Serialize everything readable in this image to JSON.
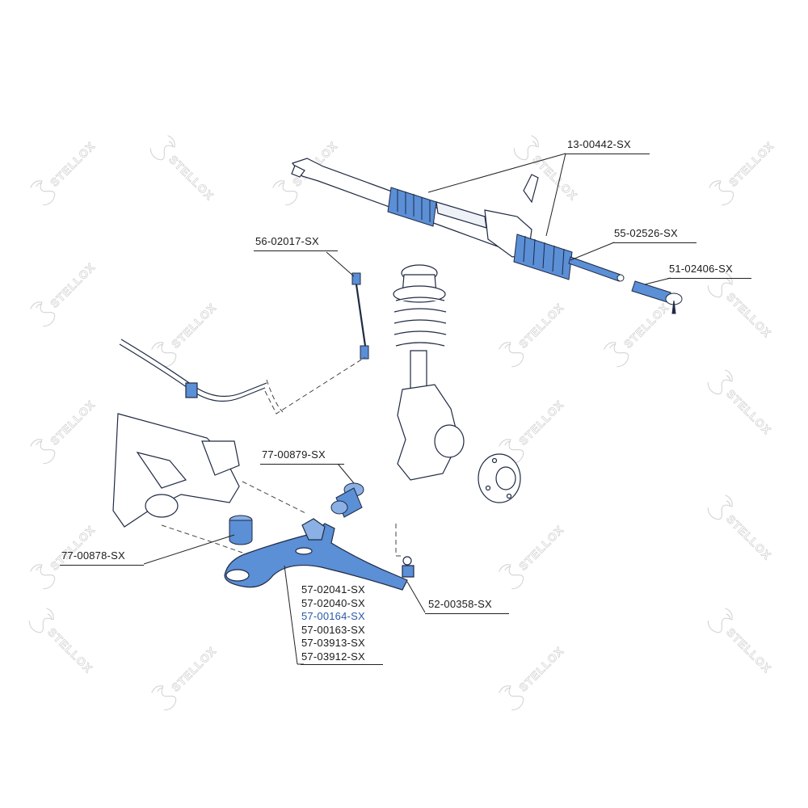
{
  "watermark": {
    "brand": "STELLOX",
    "logo_icon": "stellox-s-logo"
  },
  "colors": {
    "part_highlight": "#5b8fd6",
    "part_outline": "#1f2a44",
    "label_text": "#1a1a1a",
    "selected_label": "#2a5aa8",
    "leader_line": "#222222",
    "watermark": "#c9c9c9"
  },
  "labels": {
    "steering_rack": "13-00442-SX",
    "inner_tie_rod": "55-02526-SX",
    "tie_rod_end": "51-02406-SX",
    "stabilizer_link": "56-02017-SX",
    "rear_bushing": "77-00879-SX",
    "front_bushing": "77-00878-SX",
    "ball_joint": "52-00358-SX"
  },
  "control_arm_parts": [
    {
      "code": "57-02041-SX",
      "selected": false
    },
    {
      "code": "57-02040-SX",
      "selected": false
    },
    {
      "code": "57-00164-SX",
      "selected": true
    },
    {
      "code": "57-00163-SX",
      "selected": false
    },
    {
      "code": "57-03913-SX",
      "selected": false
    },
    {
      "code": "57-03912-SX",
      "selected": false
    }
  ]
}
